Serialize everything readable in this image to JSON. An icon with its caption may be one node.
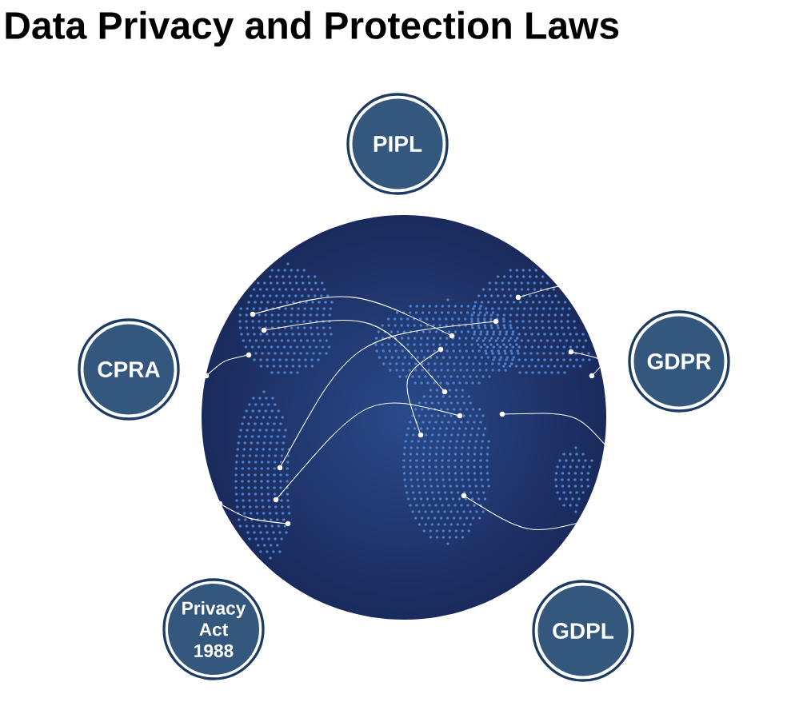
{
  "diagram": {
    "title": "Data Privacy and Protection Laws",
    "nodes": [
      {
        "text": [
          "PIPL"
        ]
      },
      {
        "text": [
          "CPRA"
        ]
      },
      {
        "text": [
          "GDPR"
        ]
      },
      {
        "text": [
          "Privacy Act 1988"
        ]
      },
      {
        "text": [
          "GDPL"
        ]
      }
    ]
  }
}
